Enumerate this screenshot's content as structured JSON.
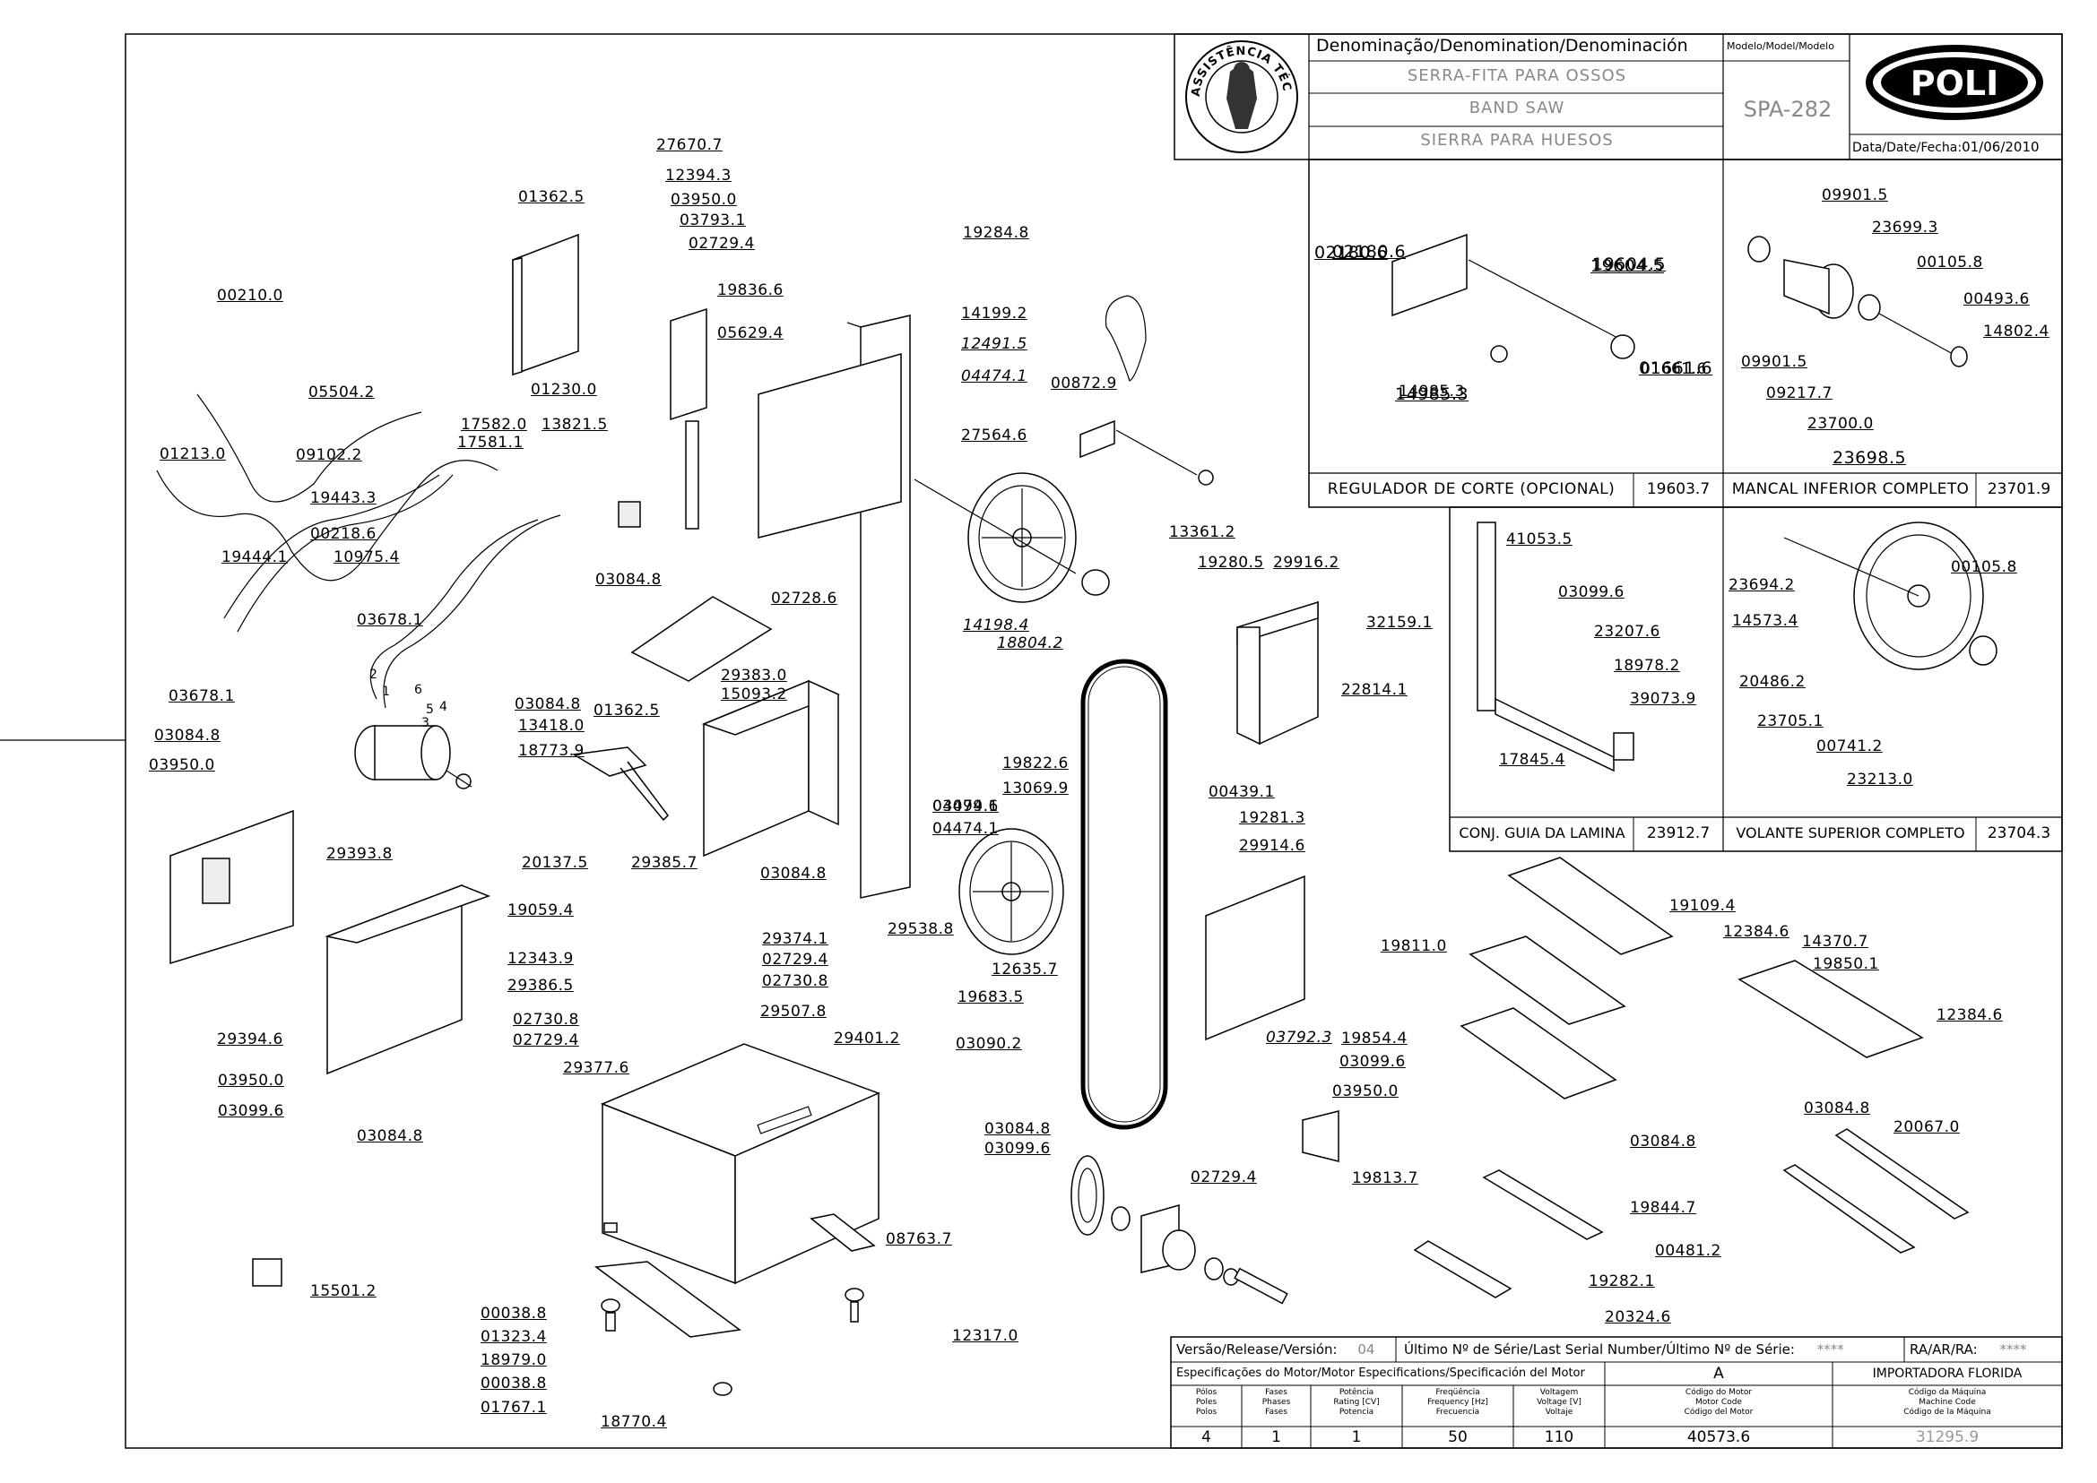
{
  "title_block": {
    "denomination_header": "Denominação/Denomination/Denominación",
    "name_pt": "SERRA-FITA PARA OSSOS",
    "name_en": "BAND SAW",
    "name_es": "SIERRA PARA HUESOS",
    "model_header": "Modelo/Model/Modelo",
    "model": "SPA-282",
    "brand": "POLI",
    "seal_text": "ASSISTÊNCIA TÉCNICA AUTORIZADA",
    "date_label": "Data/Date/Fecha:",
    "date": "01/06/2010"
  },
  "subassemblies": [
    {
      "name": "REGULADOR DE CORTE (OPCIONAL)",
      "code": "19603.7"
    },
    {
      "name": "MANCAL INFERIOR COMPLETO",
      "code": "23701.9"
    },
    {
      "name": "CONJ. GUIA DA LAMINA",
      "code": "23912.7"
    },
    {
      "name": "VOLANTE SUPERIOR COMPLETO",
      "code": "23704.3"
    }
  ],
  "spec_block": {
    "version_label": "Versão/Release/Versión:",
    "version": "04",
    "serial_label": "Último Nº de Série/Last Serial Number/Último Nº de Série:",
    "serial": "****",
    "ra_label": "RA/AR/RA:",
    "ra": "****",
    "motor_spec_label": "Especificações do Motor/Motor Especifications/Specificación del Motor",
    "motor_rev": "A",
    "importer": "IMPORTADORA FLORIDA",
    "col_poles": "Pólos\nPoles\nPolos",
    "col_phases": "Fases\nPhases\nFases",
    "col_power": "Potência\nRating [CV]\nPotencia",
    "col_freq": "Freqüência\nFrequency [Hz]\nFrecuencia",
    "col_voltage": "Voltagem\nVoltage [V]\nVoltaje",
    "col_motor_code": "Código do Motor\nMotor Code\nCódigo del Motor",
    "col_machine_code": "Código da Máquina\nMachine Code\nCódigo de la Máquina",
    "poles": "4",
    "phases": "1",
    "power": "1",
    "frequency": "50",
    "voltage": "110",
    "motor_code": "40573.6",
    "machine_code": "31295.9"
  },
  "callouts": [
    "27670.7",
    "01362.5",
    "12394.3",
    "03950.0",
    "03793.1",
    "02729.4",
    "19836.6",
    "19284.8",
    "00210.0",
    "05504.2",
    "01230.0",
    "05629.4",
    "14199.2",
    "12491.5",
    "04474.1",
    "00872.9",
    "17582.0",
    "17581.1",
    "13821.5",
    "01213.0",
    "09102.2",
    "27564.6",
    "02180.6",
    "19604.5",
    "01661.6",
    "19443.3",
    "00218.6",
    "19444.1",
    "10975.4",
    "14985.3",
    "13361.2",
    "19280.5",
    "29916.2",
    "03084.8",
    "02728.6",
    "32159.1",
    "03678.1",
    "14198.4",
    "18804.2",
    "29383.0",
    "15093.2",
    "01362.5",
    "03084.8",
    "13418.0",
    "18773.9",
    "22814.1",
    "03678.1",
    "03084.8",
    "03950.0",
    "19822.6",
    "13069.9",
    "04474.1",
    "03099.6",
    "04474.1",
    "00439.1",
    "19281.3",
    "29393.8",
    "20137.5",
    "29385.7",
    "03084.8",
    "29914.6",
    "19059.4",
    "29374.1",
    "02729.4",
    "12343.9",
    "02730.8",
    "29386.5",
    "29538.8",
    "12635.7",
    "29394.6",
    "02730.8",
    "02729.4",
    "19683.5",
    "29507.8",
    "29377.6",
    "03090.2",
    "03792.3",
    "03950.0",
    "29401.2",
    "03099.6",
    "03084.8",
    "03084.8",
    "03099.6",
    "02729.4",
    "19813.7",
    "08763.7",
    "15501.2",
    "00038.8",
    "01323.4",
    "18979.0",
    "00038.8",
    "01767.1",
    "18770.4",
    "12317.0",
    "19109.4",
    "12384.6",
    "19811.0",
    "14370.7",
    "19850.1",
    "12384.6",
    "19854.4",
    "03099.6",
    "03950.0",
    "03084.8",
    "20067.0",
    "03084.8",
    "19844.7",
    "00481.2",
    "19282.1",
    "20324.6",
    "41053.5",
    "03099.6",
    "23207.6",
    "18978.2",
    "39073.9",
    "17845.4",
    "23694.2",
    "14573.4",
    "20486.2",
    "23705.1",
    "00741.2",
    "23213.0",
    "00105.8",
    "09901.5",
    "23699.3",
    "00105.8",
    "00493.6",
    "14802.4",
    "09901.5",
    "09217.7",
    "23700.0",
    "23698.5",
    "02180.6",
    "19604.5",
    "14985.3",
    "01661.6",
    "1",
    "2",
    "3",
    "4",
    "5",
    "6"
  ]
}
